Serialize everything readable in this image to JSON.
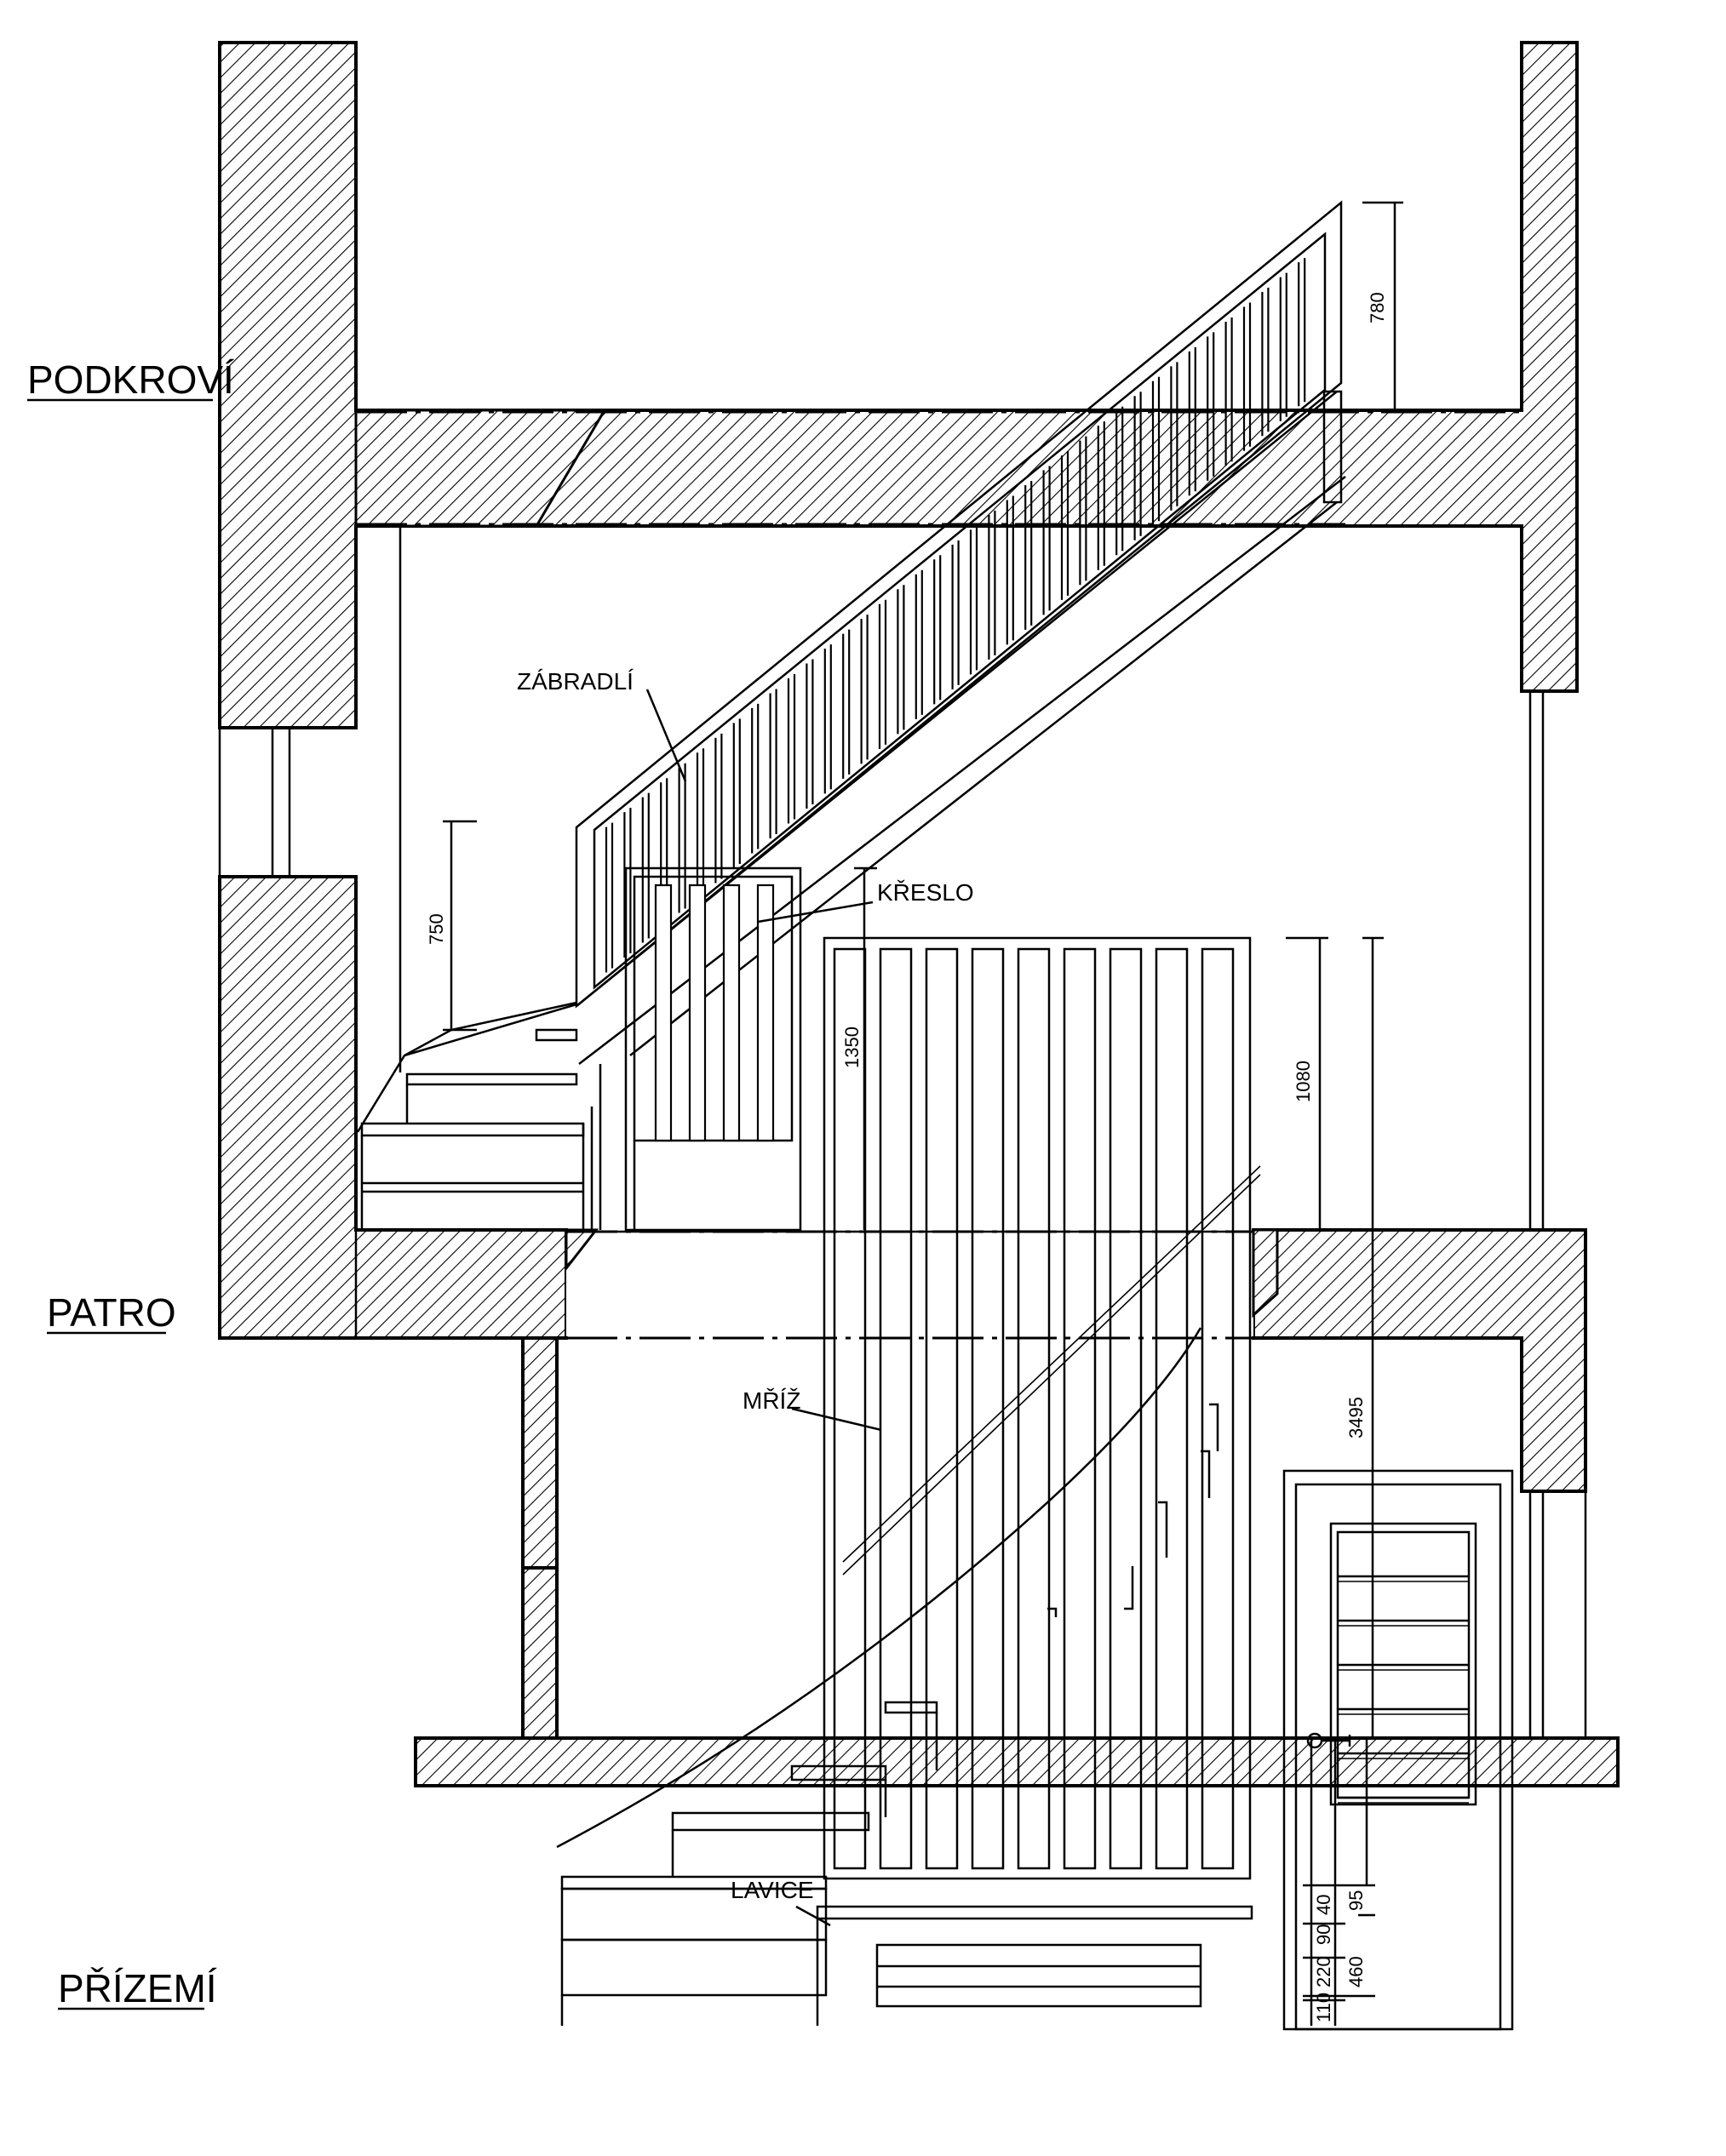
{
  "levels": {
    "attic": "PODKROVÍ",
    "upper_floor": "PATRO",
    "ground_floor": "PŘÍZEMÍ"
  },
  "annotations": {
    "railing": "ZÁBRADLÍ",
    "chair": "KŘESLO",
    "grille": "MŘÍŽ",
    "bench": "LAVICE"
  },
  "dimensions": {
    "railing_height_attic": "780",
    "railing_height_floor": "750",
    "chair_height": "1350",
    "grille_upper_height": "1080",
    "grille_total_height": "3495",
    "step_110": "110",
    "step_220": "220",
    "step_90": "90",
    "step_40": "40",
    "bench_460": "460",
    "bench_95": "95"
  }
}
